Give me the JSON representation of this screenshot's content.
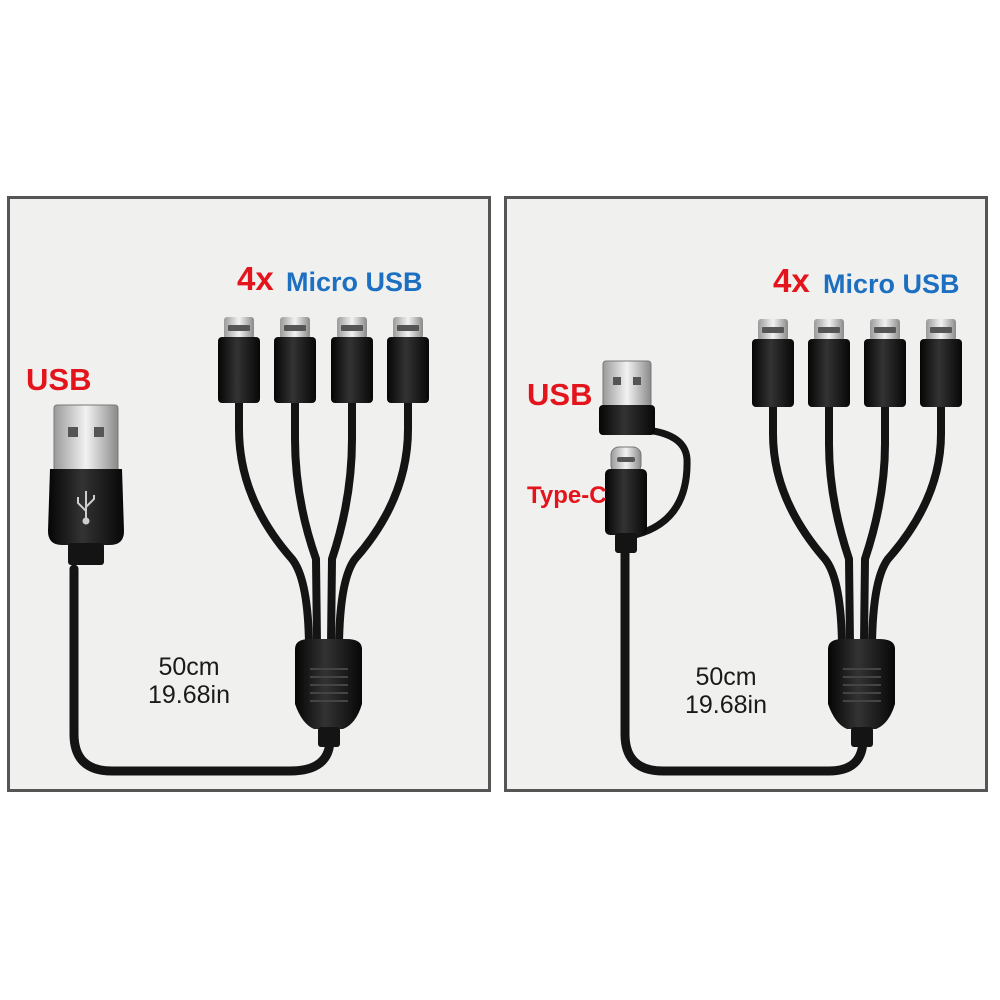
{
  "left_panel": {
    "count_label": "4x",
    "micro_label": "Micro USB",
    "usb_label": "USB",
    "length_cm": "50cm",
    "length_in": "19.68in"
  },
  "right_panel": {
    "count_label": "4x",
    "micro_label": "Micro USB",
    "usb_label": "USB",
    "typec_label": "Type-C",
    "length_cm": "50cm",
    "length_in": "19.68in"
  },
  "colors": {
    "label_red": "#e3141b",
    "label_blue": "#1c6fc1",
    "cable_black": "#141414",
    "panel_bg": "#f0f0ef",
    "panel_border": "#555555"
  },
  "icons": [
    "usb-a-plug-icon",
    "usb-trident-icon",
    "micro-usb-plug-icon",
    "type-c-plug-icon",
    "splitter-hub-icon"
  ]
}
